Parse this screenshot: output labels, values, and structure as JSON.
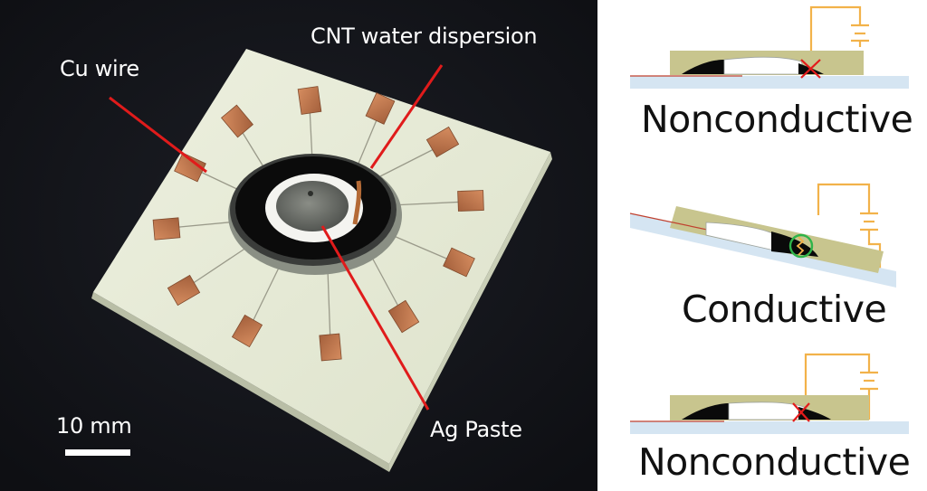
{
  "photo": {
    "labels": {
      "cnt": "CNT water dispersion",
      "cu": "Cu wire",
      "ag": "Ag Paste",
      "scale": "10 mm"
    },
    "colors": {
      "background": "#15161b",
      "board": "#e9ecd9",
      "copper": "#c07a52",
      "leader_line": "#e01b1b",
      "ring_black": "#0b0b0b",
      "center": "#6c6f6a"
    }
  },
  "schematic": {
    "states": [
      {
        "label": "Nonconductive",
        "marker": "cross-mark"
      },
      {
        "label": "Conductive",
        "marker": "contact-circle"
      },
      {
        "label": "Nonconductive",
        "marker": "cross-mark"
      }
    ],
    "colors": {
      "substrate": "#d5e5f2",
      "housing": "#c8c58e",
      "wire": "#f2b24a",
      "cross": "#e31b1b",
      "circle": "#2fb44a",
      "fluid": "#0a0a0a"
    }
  }
}
